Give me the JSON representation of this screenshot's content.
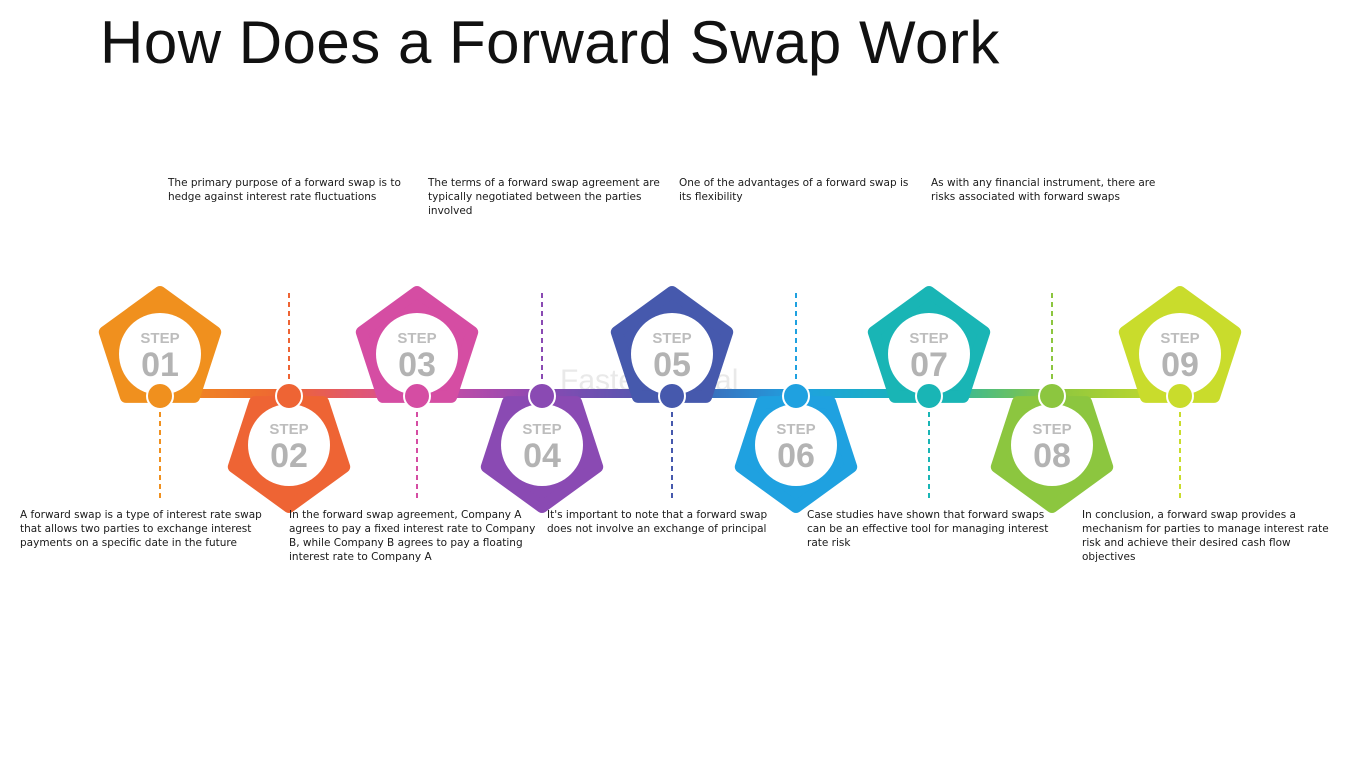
{
  "title": "How Does a Forward Swap Work",
  "watermark": "FasterCapital",
  "step_label": "STEP",
  "steps": [
    {
      "number": "01",
      "color": "#f0901e",
      "text": "A forward swap is a type of interest rate swap that allows two parties to exchange interest payments on a specific date in the future"
    },
    {
      "number": "02",
      "color": "#ee6434",
      "text": "The primary purpose of a forward swap is to hedge against interest rate fluctuations"
    },
    {
      "number": "03",
      "color": "#d54da3",
      "text": "In the forward swap agreement, Company A agrees to pay a fixed interest rate to Company B, while Company B agrees to pay a floating interest rate to Company A"
    },
    {
      "number": "04",
      "color": "#8a4ab3",
      "text": "The terms of a forward swap agreement are typically negotiated between the parties involved"
    },
    {
      "number": "05",
      "color": "#4659ad",
      "text": "It's important to note that a forward swap does not involve an exchange of principal"
    },
    {
      "number": "06",
      "color": "#1fa1e0",
      "text": "One of the advantages of a forward swap is its flexibility"
    },
    {
      "number": "07",
      "color": "#19b5b5",
      "text": "Case studies have shown that forward swaps can be an effective tool for managing interest rate risk"
    },
    {
      "number": "08",
      "color": "#8cc63f",
      "text": "As with any financial instrument, there are risks associated with forward swaps"
    },
    {
      "number": "09",
      "color": "#c9dc2c",
      "text": "In conclusion, a forward swap provides a mechanism for parties to manage interest rate risk and achieve their desired cash flow objectives"
    }
  ]
}
